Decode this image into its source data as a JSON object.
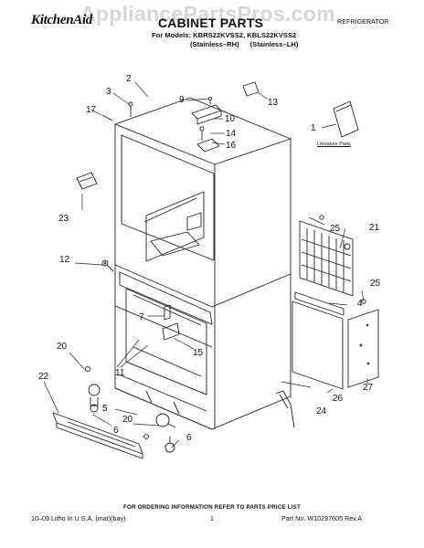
{
  "watermark": "AppliancePartsPros.com",
  "header": {
    "brand": "KitchenAid",
    "title": "CABINET PARTS",
    "category": "REFRIGERATOR",
    "models_line": "For Models: KBRS22KVSS2, KBLS22KVSS2",
    "variants": [
      "(Stainless–RH)",
      "(Stainless–LH)"
    ]
  },
  "literature_label": "Literature Parts",
  "callouts": {
    "n1": "1",
    "n2": "2",
    "n3": "3",
    "n4": "4",
    "n5": "5",
    "n6a": "6",
    "n6b": "6",
    "n7": "7",
    "n9": "9",
    "n10": "10",
    "n11": "11",
    "n12": "12",
    "n13": "13",
    "n14": "14",
    "n15": "15",
    "n16": "16",
    "n17": "17",
    "n20a": "20",
    "n20b": "20",
    "n21": "21",
    "n22": "22",
    "n23": "23",
    "n24": "24",
    "n25a": "25",
    "n25b": "25",
    "n26": "26",
    "n27": "27"
  },
  "footer": {
    "order_note": "FOR ORDERING INFORMATION REFER TO PARTS PRICE LIST",
    "litho": "10–09 Litho In U.S.A. (mat)(bay)",
    "page": "1",
    "part_no": "Part No. W10297605 Rev.A"
  }
}
